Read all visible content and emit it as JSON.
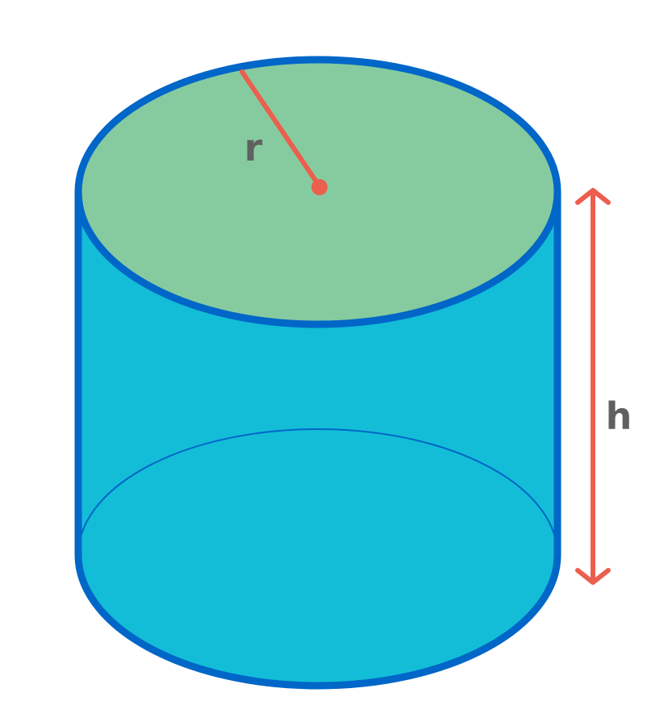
{
  "diagram": {
    "shape": "cylinder",
    "labels": {
      "radius": "r",
      "height": "h"
    },
    "colors": {
      "top_face": "#86CB9F",
      "body": "#13BDD7",
      "outline": "#0066C8",
      "annotation": "#EC5E4E",
      "label_text": "#606060",
      "background": "#FFFFFF"
    }
  }
}
